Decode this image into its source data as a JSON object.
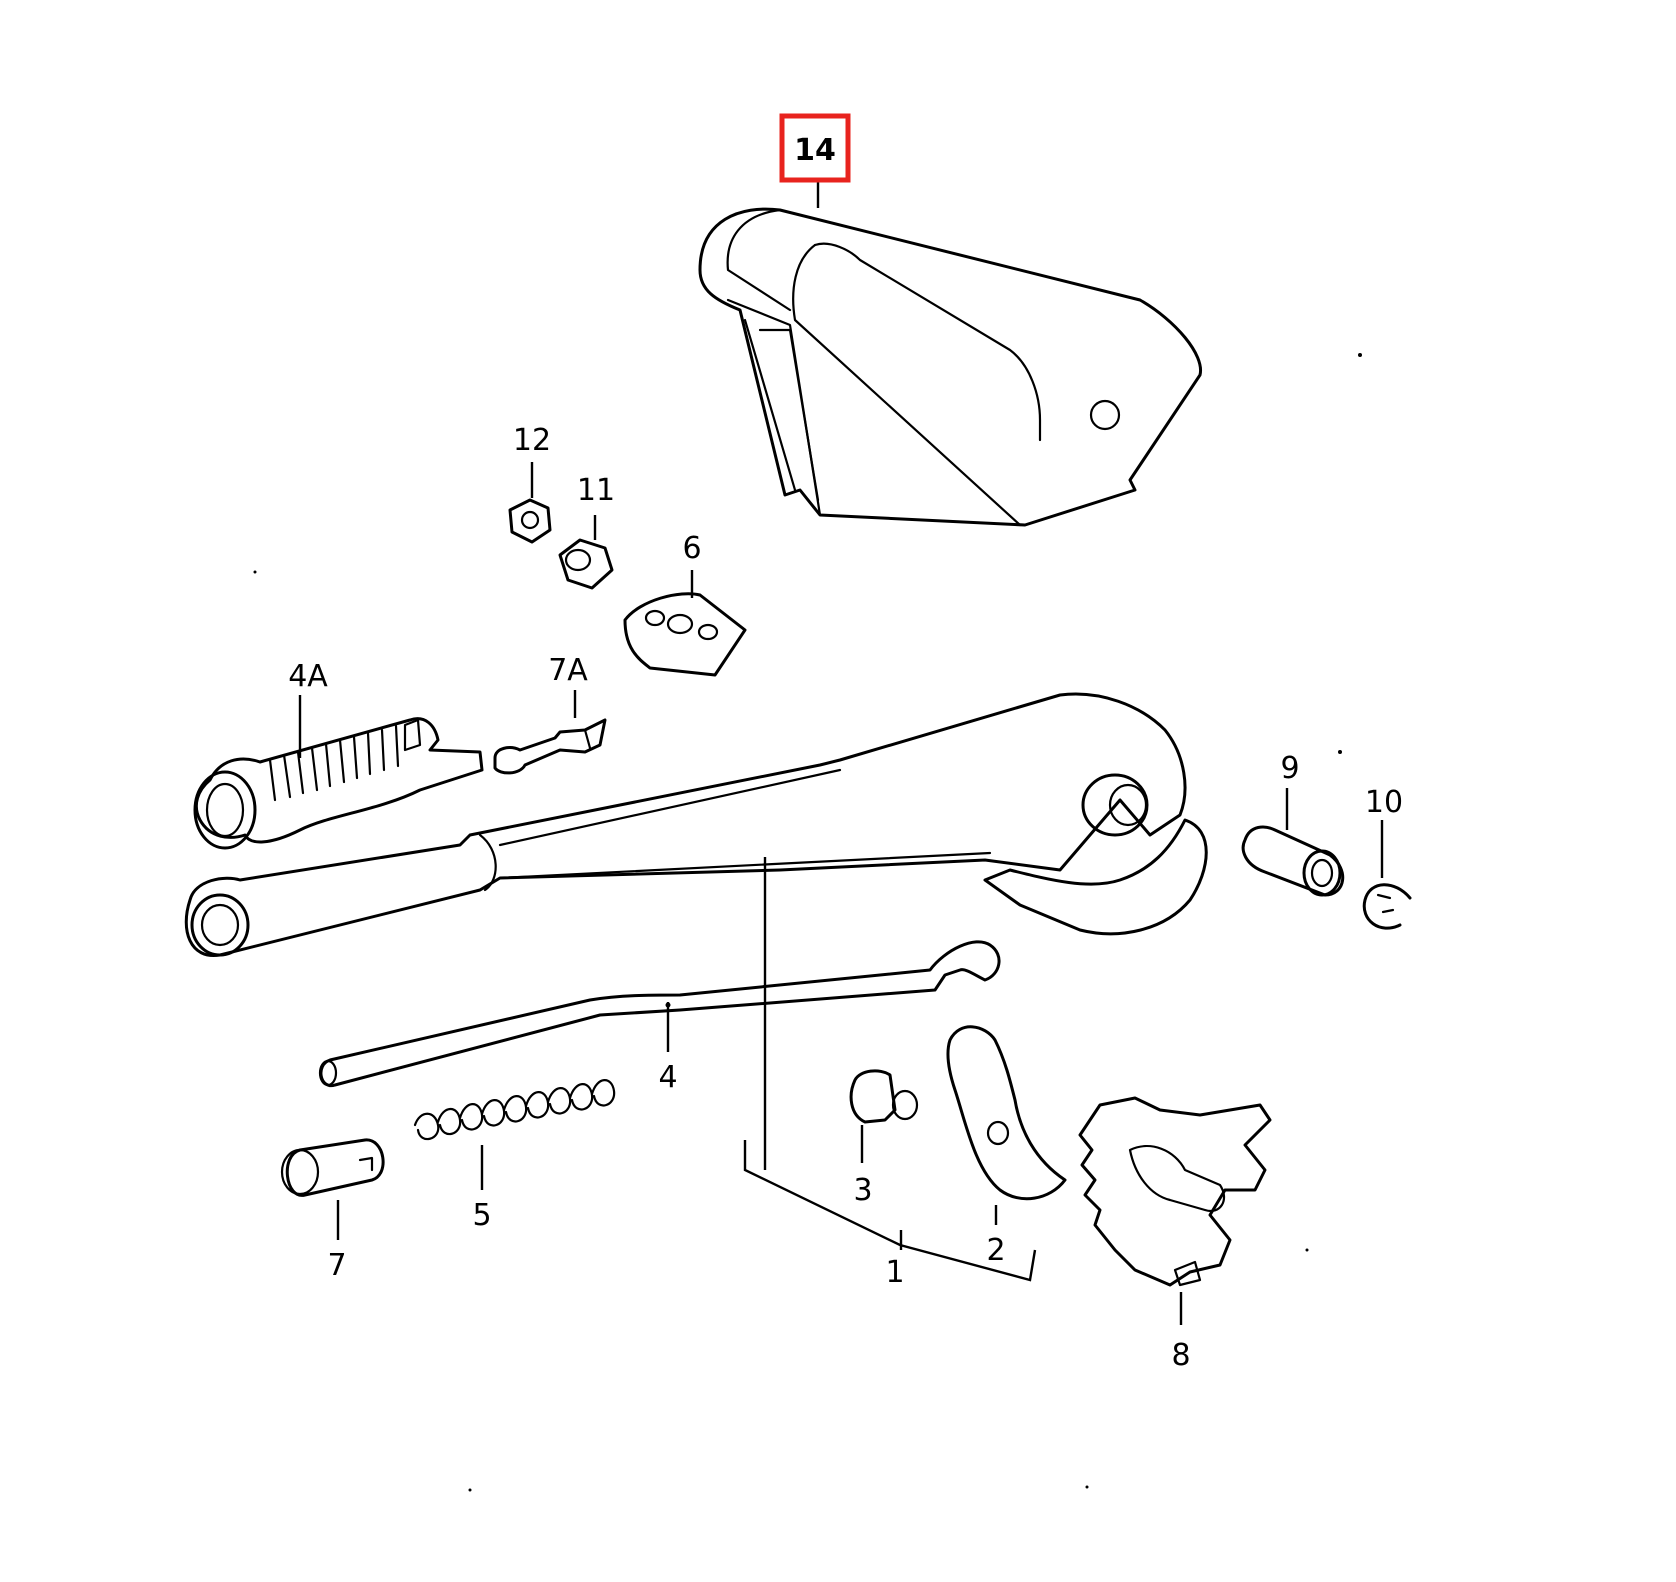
{
  "callouts": [
    {
      "id": "14",
      "label": "14",
      "highlighted": true
    },
    {
      "id": "12",
      "label": "12"
    },
    {
      "id": "11",
      "label": "11"
    },
    {
      "id": "6",
      "label": "6"
    },
    {
      "id": "4A",
      "label": "4A"
    },
    {
      "id": "7A",
      "label": "7A"
    },
    {
      "id": "9",
      "label": "9"
    },
    {
      "id": "10",
      "label": "10"
    },
    {
      "id": "4",
      "label": "4"
    },
    {
      "id": "5",
      "label": "5"
    },
    {
      "id": "7",
      "label": "7"
    },
    {
      "id": "3",
      "label": "3"
    },
    {
      "id": "2",
      "label": "2"
    },
    {
      "id": "1",
      "label": "1"
    },
    {
      "id": "8",
      "label": "8"
    }
  ],
  "colors": {
    "highlight": "#e8231e",
    "line": "#000000",
    "background": "#ffffff"
  }
}
